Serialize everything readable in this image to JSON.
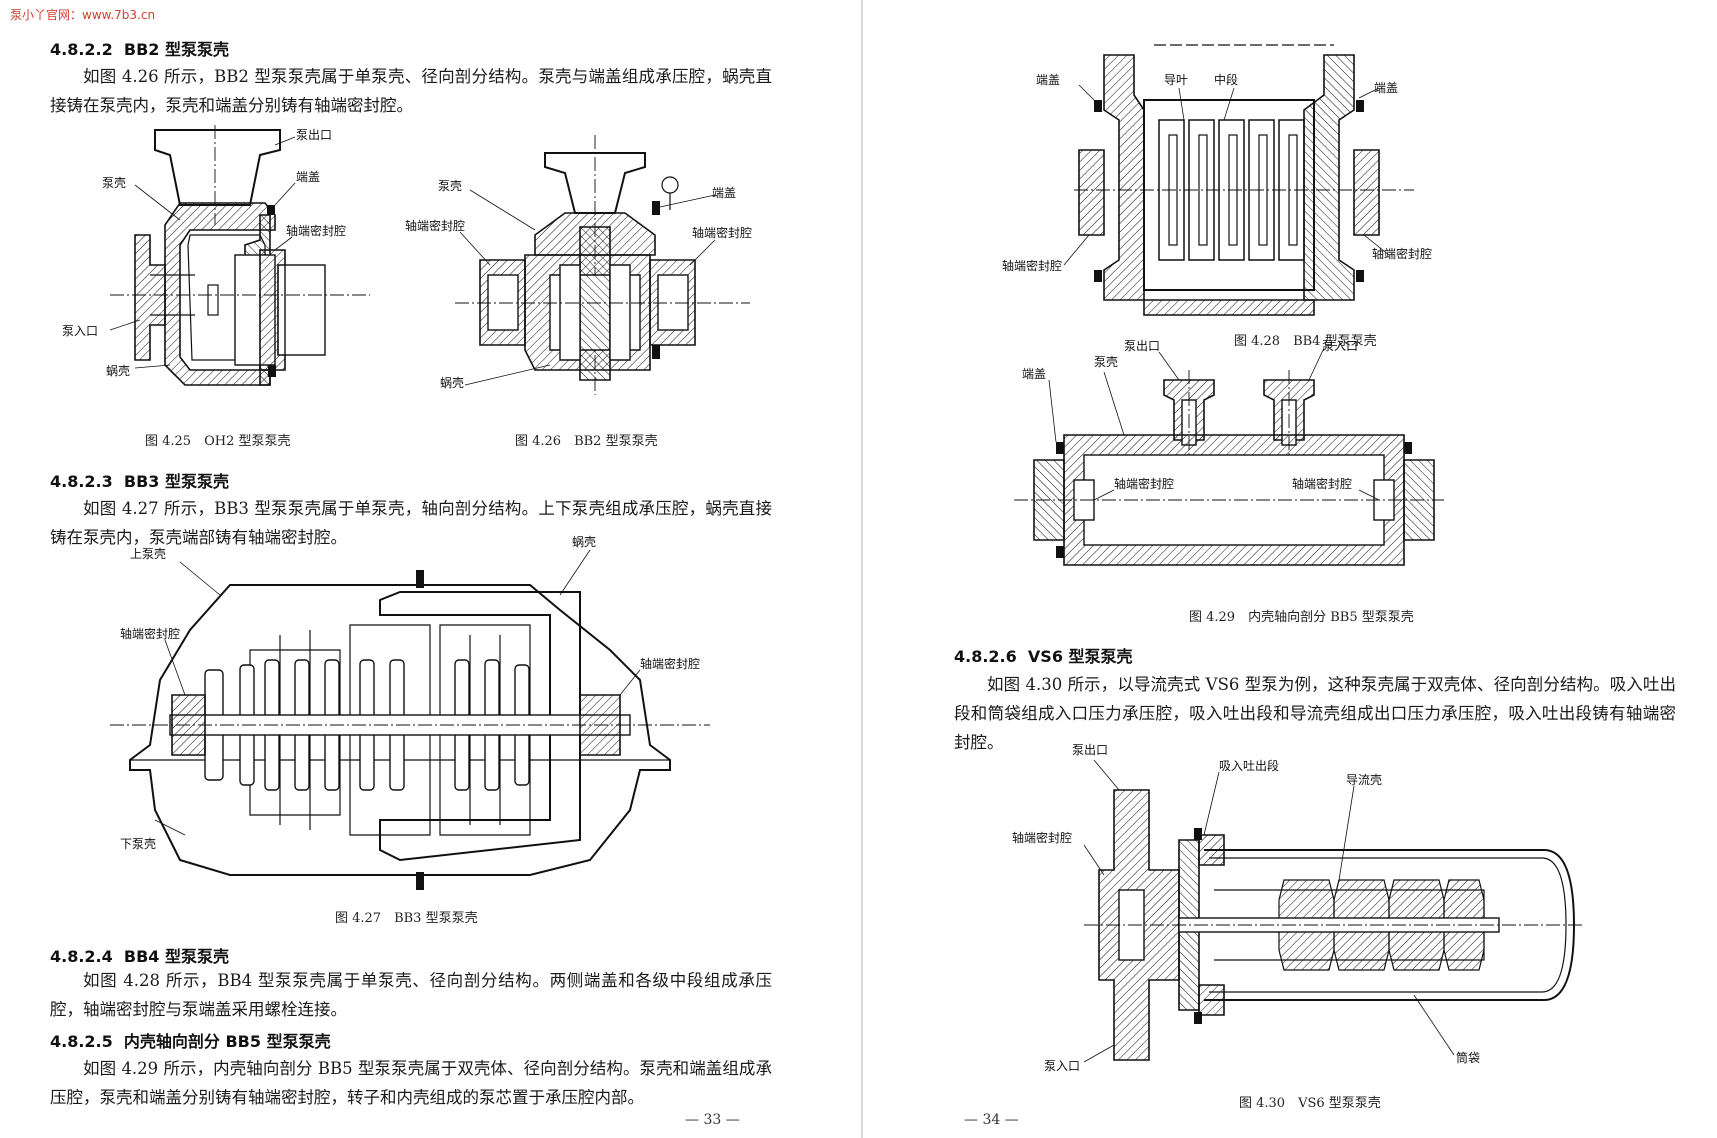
{
  "watermark": "泵小丫官网：www.7b3.cn",
  "left_page": {
    "sec_bb2": {
      "number": "4.8.2.2",
      "title": "BB2 型泵泵壳"
    },
    "para_bb2": "如图 4.26 所示，BB2 型泵泵壳属于单泵壳、径向剖分结构。泵壳与端盖组成承压腔，蜗壳直接铸在泵壳内，泵壳和端盖分别铸有轴端密封腔。",
    "fig_425": {
      "caption": "图 4.25　OH2 型泵泵壳",
      "labels": {
        "outlet": "泵出口",
        "casing": "泵壳",
        "cover": "端盖",
        "seal": "轴端密封腔",
        "inlet": "泵入口",
        "volute": "蜗壳"
      }
    },
    "fig_426": {
      "caption": "图 4.26　BB2 型泵泵壳",
      "labels": {
        "casing": "泵壳",
        "cover": "端盖",
        "seal_left": "轴端密封腔",
        "seal_right": "轴端密封腔",
        "volute": "蜗壳"
      }
    },
    "sec_bb3": {
      "number": "4.8.2.3",
      "title": "BB3 型泵泵壳"
    },
    "para_bb3": "如图 4.27 所示，BB3 型泵泵壳属于单泵壳，轴向剖分结构。上下泵壳组成承压腔，蜗壳直接铸在泵壳内，泵壳端部铸有轴端密封腔。",
    "fig_427": {
      "caption": "图 4.27　BB3 型泵泵壳",
      "labels": {
        "upper": "上泵壳",
        "volute": "蜗壳",
        "seal_left": "轴端密封腔",
        "seal_right": "轴端密封腔",
        "lower": "下泵壳"
      }
    },
    "sec_bb4": {
      "number": "4.8.2.4",
      "title": "BB4 型泵泵壳"
    },
    "para_bb4": "如图 4.28 所示，BB4 型泵泵壳属于单泵壳、径向剖分结构。两侧端盖和各级中段组成承压腔，轴端密封腔与泵端盖采用螺栓连接。",
    "sec_bb5": {
      "number": "4.8.2.5",
      "title": "内壳轴向剖分 BB5 型泵泵壳"
    },
    "para_bb5": "如图 4.29 所示，内壳轴向剖分 BB5 型泵泵壳属于双壳体、径向剖分结构。泵壳和端盖组成承压腔，泵壳和端盖分别铸有轴端密封腔，转子和内壳组成的泵芯置于承压腔内部。",
    "page_number": "— 33 —"
  },
  "right_page": {
    "fig_428": {
      "caption": "图 4.28　BB4 型泵泵壳",
      "labels": {
        "cover_left": "端盖",
        "diffuser": "导叶",
        "middle": "中段",
        "cover_right": "端盖",
        "seal_left": "轴端密封腔",
        "seal_right": "轴端密封腔"
      }
    },
    "fig_429": {
      "caption": "图 4.29　内壳轴向剖分 BB5 型泵泵壳",
      "labels": {
        "outlet": "泵出口",
        "inlet": "泵入口",
        "cover": "端盖",
        "casing": "泵壳",
        "seal_left": "轴端密封腔",
        "seal_right": "轴端密封腔"
      }
    },
    "sec_vs6": {
      "number": "4.8.2.6",
      "title": "VS6 型泵泵壳"
    },
    "para_vs6": "如图 4.30 所示，以导流壳式 VS6 型泵为例，这种泵壳属于双壳体、径向剖分结构。吸入吐出段和筒袋组成入口压力承压腔，吸入吐出段和导流壳组成出口压力承压腔，吸入吐出段铸有轴端密封腔。",
    "fig_430": {
      "caption": "图 4.30　VS6 型泵泵壳",
      "labels": {
        "outlet": "泵出口",
        "suction_discharge": "吸入吐出段",
        "diffuser_shell": "导流壳",
        "seal": "轴端密封腔",
        "inlet": "泵入口",
        "barrel": "筒袋"
      }
    },
    "page_number": "— 34 —"
  }
}
